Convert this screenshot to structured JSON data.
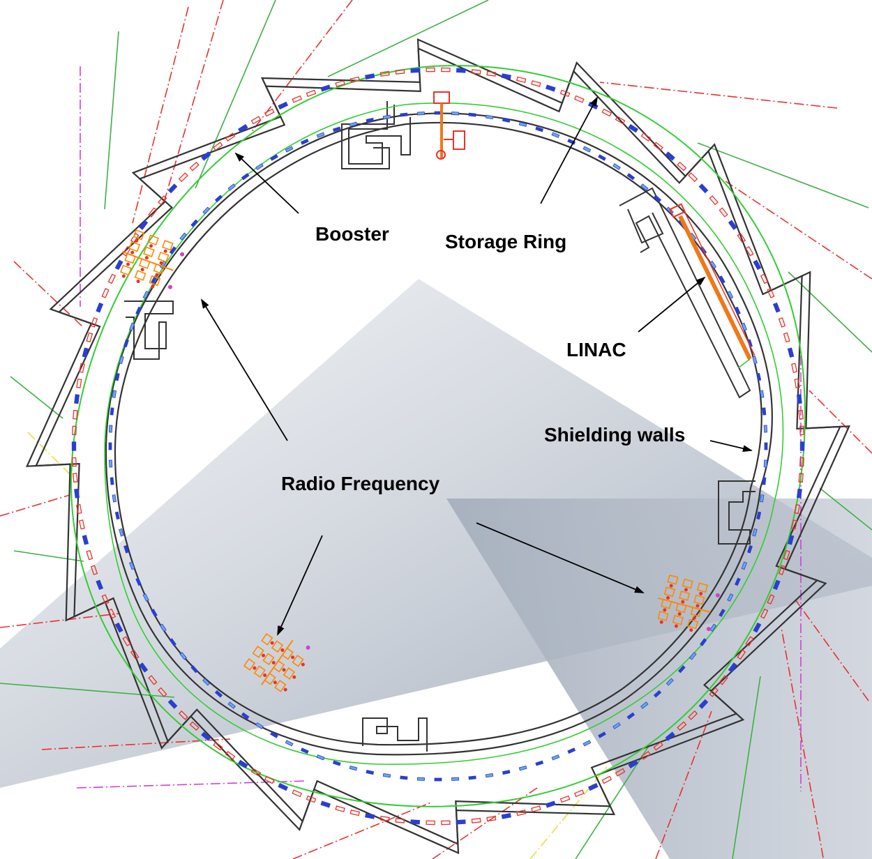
{
  "labels": {
    "booster": "Booster",
    "storage_ring": "Storage Ring",
    "linac": "LINAC",
    "shielding_walls": "Shielding walls",
    "radio_frequency": "Radio Frequency"
  },
  "colors": {
    "background": "#ffffff",
    "shielding_wall": "#333333",
    "storage_ring_beamline": "#33cc33",
    "booster_beamline": "#33cc33",
    "magnets_red": "#e8322a",
    "magnets_blue": "#2a3fd0",
    "rf_components": "#ff8800",
    "beamline_ray_red": "#e83030",
    "beamline_ray_green": "#3cb043",
    "beamline_ray_magenta": "#d040d0",
    "beamline_ray_yellow": "#e8e040",
    "background_shape": "#9aa4b4"
  }
}
